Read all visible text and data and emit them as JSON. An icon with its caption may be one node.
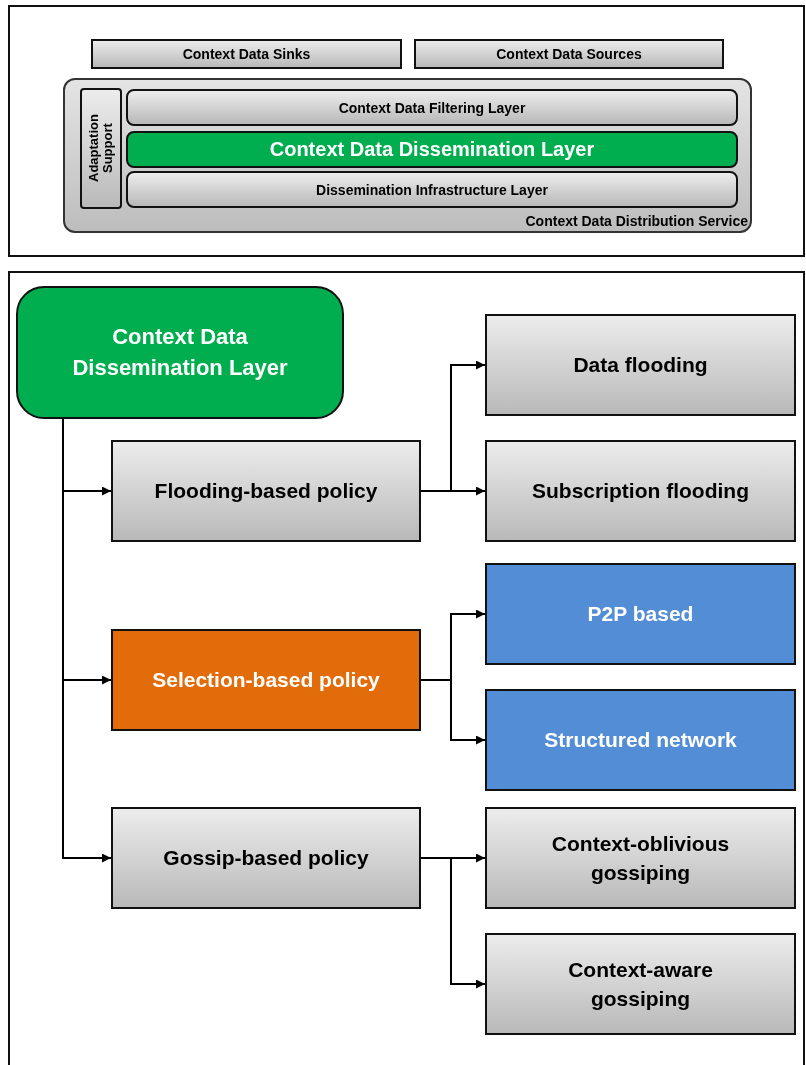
{
  "diagram": {
    "nodes": [
      {
        "text": [
          "Context Data Sinks"
        ]
      },
      {
        "text": [
          "Context Data Sources"
        ]
      },
      {
        "text": [
          "Context Data Distribution Service"
        ]
      },
      {
        "text": [
          "Adaptation Support"
        ],
        "in": 2
      },
      {
        "text": [
          "Context Data Filtering Layer"
        ],
        "in": 2
      },
      {
        "text": [
          "Context Data Dissemination Layer"
        ],
        "in": 2
      },
      {
        "text": [
          "Dissemination Infrastructure Layer"
        ],
        "in": 2
      },
      {
        "text": [
          "Context Data Dissemination Layer"
        ]
      },
      {
        "text": [
          "Flooding-based policy"
        ]
      },
      {
        "text": [
          "Data flooding"
        ]
      },
      {
        "text": [
          "Subscription flooding"
        ]
      },
      {
        "text": [
          "Selection-based policy"
        ]
      },
      {
        "text": [
          "P2P based"
        ]
      },
      {
        "text": [
          "Structured network"
        ]
      },
      {
        "text": [
          "Gossip-based policy"
        ]
      },
      {
        "text": [
          "Context-oblivious gossiping"
        ]
      },
      {
        "text": [
          "Context-aware gossiping"
        ]
      }
    ],
    "edges": [
      {
        "from": 7,
        "to": 8,
        "arrow": "to"
      },
      {
        "from": 7,
        "to": 11,
        "arrow": "to"
      },
      {
        "from": 7,
        "to": 14,
        "arrow": "to"
      },
      {
        "from": 8,
        "to": 9,
        "arrow": "to"
      },
      {
        "from": 8,
        "to": 10,
        "arrow": "to"
      },
      {
        "from": 11,
        "to": 12,
        "arrow": "to"
      },
      {
        "from": 11,
        "to": 13,
        "arrow": "to"
      },
      {
        "from": 14,
        "to": 15,
        "arrow": "to"
      },
      {
        "from": 14,
        "to": 16,
        "arrow": "to"
      }
    ]
  }
}
